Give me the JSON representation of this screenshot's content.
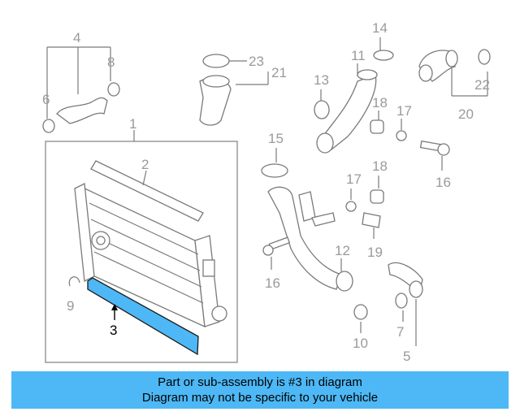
{
  "callouts": {
    "c1": "1",
    "c2": "2",
    "c3": "3",
    "c4": "4",
    "c5": "5",
    "c6": "6",
    "c7": "7",
    "c8": "8",
    "c9": "9",
    "c10": "10",
    "c11": "11",
    "c12": "12",
    "c13": "13",
    "c14": "14",
    "c15": "15",
    "c16a": "16",
    "c16b": "16",
    "c17a": "17",
    "c17b": "17",
    "c18a": "18",
    "c18b": "18",
    "c19": "19",
    "c20": "20",
    "c21": "21",
    "c22": "22",
    "c23": "23"
  },
  "highlight": {
    "color": "#4db8f5",
    "part": "3"
  },
  "banner": {
    "line1": "Part or sub-assembly is #3 in diagram",
    "line2": "Diagram may not be specific to your vehicle"
  }
}
